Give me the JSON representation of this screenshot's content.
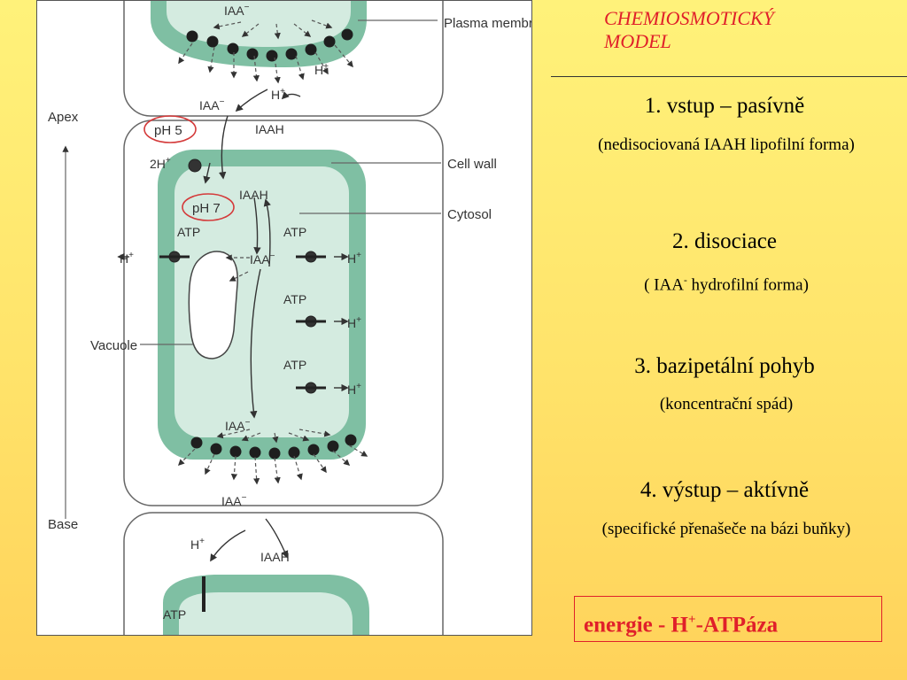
{
  "title": {
    "line1": "CHEMIOSMOTICKÝ",
    "line2": "MODEL"
  },
  "steps": [
    {
      "heading": "1. vstup – pasívně",
      "detail": "(nedisociovaná IAAH lipofilní forma)"
    },
    {
      "heading": "2. disociace",
      "detail_pre": "( IAA",
      "detail_sup": "-",
      "detail_post": " hydrofilní forma)"
    },
    {
      "heading": "3. bazipetální pohyb",
      "detail": "(koncentrační spád)"
    },
    {
      "heading": "4. výstup – aktívně",
      "detail": "(specifické přenašeče na bázi buňky)"
    }
  ],
  "energy": {
    "pre": "energie - H",
    "sup": "+",
    "post": "-ATPáza"
  },
  "diagram": {
    "plasma_membrane": "Plasma membrane",
    "cell_wall": "Cell wall",
    "cytosol": "Cytosol",
    "vacuole": "Vacuole",
    "apex": "Apex",
    "base": "Base",
    "ph5": "pH 5",
    "ph7": "pH 7",
    "iaa": "IAA",
    "iaah": "IAAH",
    "atp": "ATP",
    "h": "H",
    "two_h": "2H",
    "plus": "+",
    "minus": "−"
  },
  "colors": {
    "accent_red": "#e0202a",
    "membrane_green": "#7fbfa3",
    "cytosol_green": "#d4ebe0"
  }
}
